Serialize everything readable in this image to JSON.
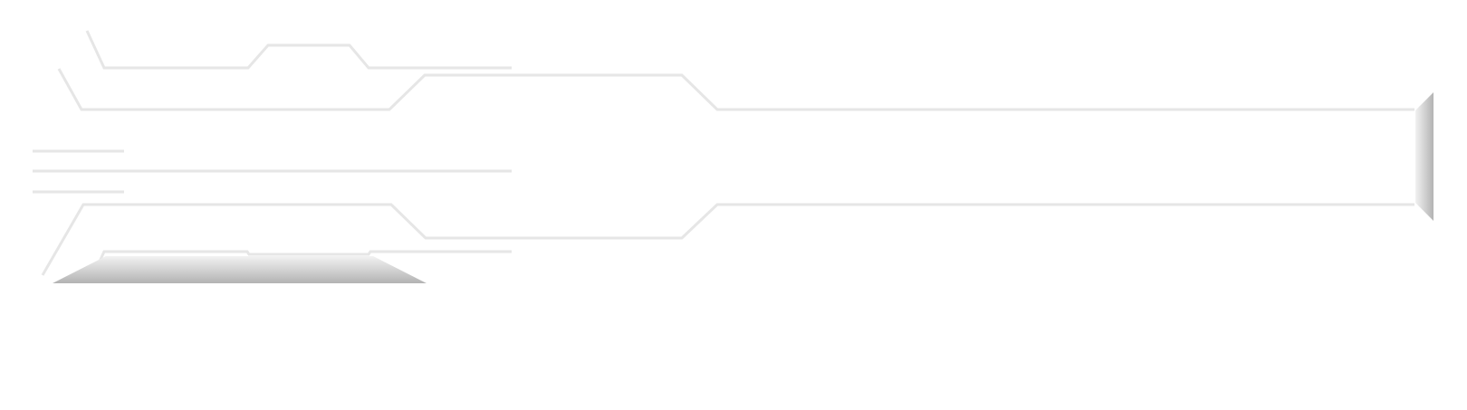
{
  "frame": {
    "style": "decorative tech HUD frame",
    "icon_names": [
      "hud-frame-outline",
      "right-bracket-tab",
      "bottom-tab"
    ],
    "colors": {
      "background": "#ffffff",
      "line": "#e6e6e6",
      "tab_light": "#f2f2f2",
      "tab_dark": "#b3b3b3"
    }
  }
}
